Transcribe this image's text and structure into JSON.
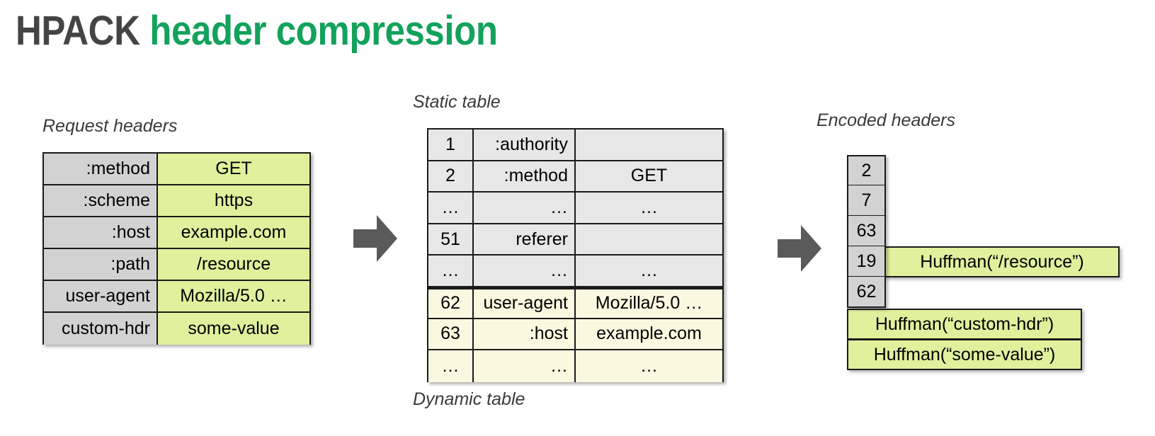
{
  "title": {
    "primary": "HPACK",
    "accent": "header compression",
    "accent_color": "#12a25c",
    "primary_color": "#444444"
  },
  "captions": {
    "request_headers": "Request headers",
    "static_table": "Static table",
    "dynamic_table": "Dynamic table",
    "encoded_headers": "Encoded headers"
  },
  "colors": {
    "header_name_fill": "#d2d2d2",
    "header_value_fill": "#e0f09d",
    "static_row_fill": "#e7e7e7",
    "dynamic_row_fill": "#fbf8e0",
    "arrow_fill": "#5a5a5a",
    "border": "#1a1a1a"
  },
  "request_table": {
    "rows": [
      {
        "name": ":method",
        "value": "GET"
      },
      {
        "name": ":scheme",
        "value": "https"
      },
      {
        "name": ":host",
        "value": "example.com"
      },
      {
        "name": ":path",
        "value": "/resource"
      },
      {
        "name": "user-agent",
        "value": "Mozilla/5.0 …"
      },
      {
        "name": "custom-hdr",
        "value": "some-value"
      }
    ]
  },
  "index_table": {
    "rows": [
      {
        "index": "1",
        "name": ":authority",
        "value": "",
        "section": "static"
      },
      {
        "index": "2",
        "name": ":method",
        "value": "GET",
        "section": "static"
      },
      {
        "index": "…",
        "name": "…",
        "value": "…",
        "section": "static"
      },
      {
        "index": "51",
        "name": "referer",
        "value": "",
        "section": "static"
      },
      {
        "index": "…",
        "name": "…",
        "value": "…",
        "section": "static"
      },
      {
        "index": "62",
        "name": "user-agent",
        "value": "Mozilla/5.0 …",
        "section": "dynamic"
      },
      {
        "index": "63",
        "name": ":host",
        "value": "example.com",
        "section": "dynamic"
      },
      {
        "index": "…",
        "name": "…",
        "value": "…",
        "section": "dynamic"
      }
    ]
  },
  "encoded_headers": {
    "indexed_rows": [
      {
        "index": "2",
        "value": ""
      },
      {
        "index": "7",
        "value": ""
      },
      {
        "index": "63",
        "value": ""
      },
      {
        "index": "19",
        "value": "Huffman(“/resource”)"
      },
      {
        "index": "62",
        "value": ""
      }
    ],
    "literal_rows": [
      {
        "value": "Huffman(“custom-hdr”)"
      },
      {
        "value": "Huffman(“some-value”)"
      }
    ]
  },
  "arrows": [
    {
      "name": "arrow-request-to-table"
    },
    {
      "name": "arrow-table-to-encoded"
    }
  ]
}
